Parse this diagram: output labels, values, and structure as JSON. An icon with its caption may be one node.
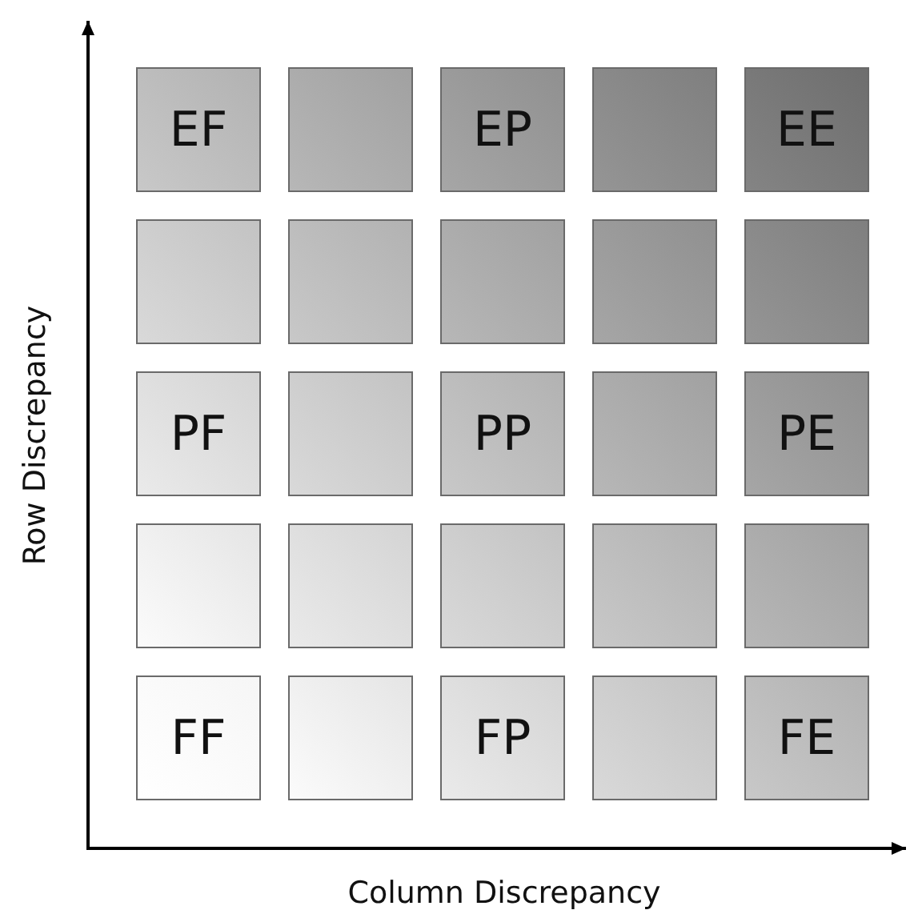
{
  "diagram": {
    "nodes": [
      {
        "text": [
          "EF"
        ]
      },
      {
        "text": [],
        "shape": "box"
      },
      {
        "text": [
          "EP"
        ]
      },
      {
        "text": [],
        "shape": "box"
      },
      {
        "text": [
          "EE"
        ]
      },
      {
        "text": [],
        "shape": "box"
      },
      {
        "text": [],
        "shape": "box"
      },
      {
        "text": [],
        "shape": "box"
      },
      {
        "text": [],
        "shape": "box"
      },
      {
        "text": [],
        "shape": "box"
      },
      {
        "text": [
          "PF"
        ]
      },
      {
        "text": [],
        "shape": "box"
      },
      {
        "text": [
          "PP"
        ]
      },
      {
        "text": [],
        "shape": "box"
      },
      {
        "text": [
          "PE"
        ]
      },
      {
        "text": [],
        "shape": "box"
      },
      {
        "text": [],
        "shape": "box"
      },
      {
        "text": [],
        "shape": "box"
      },
      {
        "text": [],
        "shape": "box"
      },
      {
        "text": [],
        "shape": "box"
      },
      {
        "text": [
          "FF"
        ]
      },
      {
        "text": [],
        "shape": "box"
      },
      {
        "text": [
          "FP"
        ]
      },
      {
        "text": [],
        "shape": "box"
      },
      {
        "text": [
          "FE"
        ]
      }
    ],
    "labels": [
      "Row Discrepancy",
      "Column Discrepancy"
    ]
  }
}
